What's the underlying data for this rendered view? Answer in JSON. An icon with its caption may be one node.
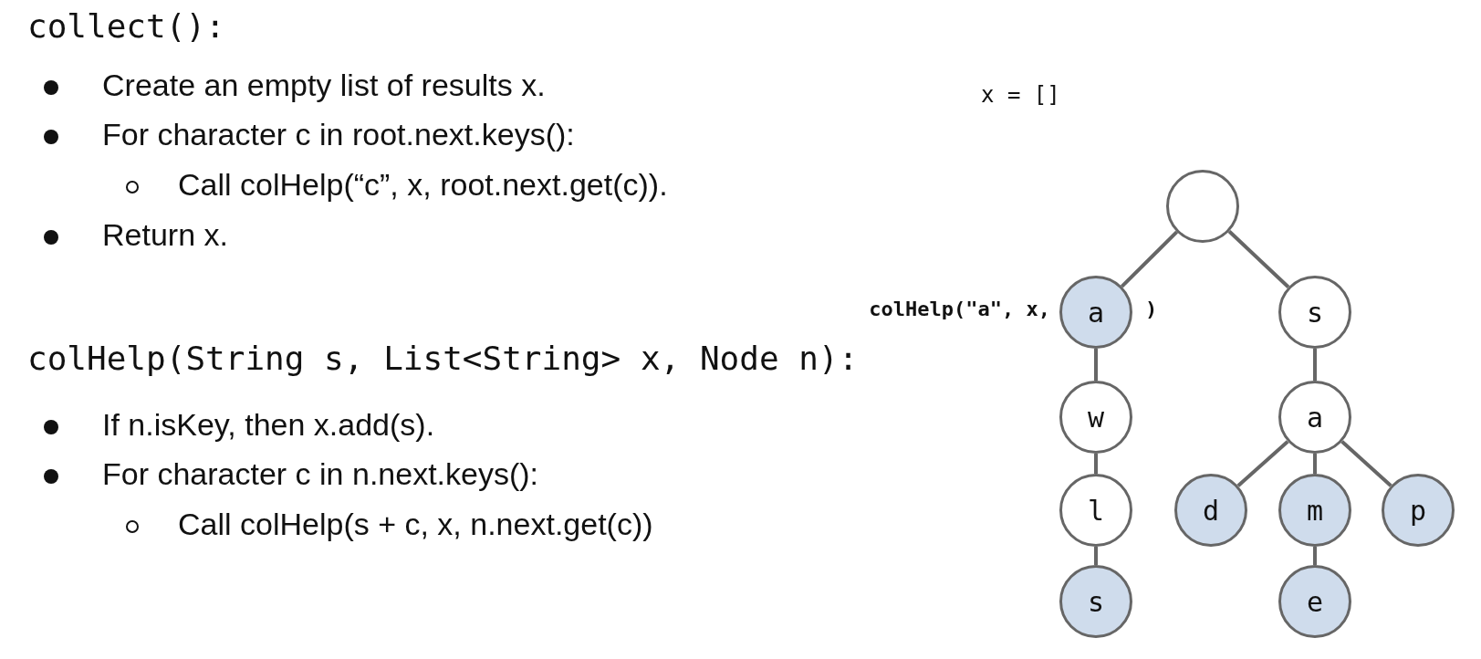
{
  "diagram": {
    "nodes": [
      {
        "text": [],
        "shape": "circle"
      },
      {
        "text": [
          "a"
        ],
        "beside": [
          "colHelp(\"a\", x,",
          ")"
        ]
      },
      {
        "text": [
          "s"
        ]
      },
      {
        "text": [
          "w"
        ]
      },
      {
        "text": [
          "a"
        ]
      },
      {
        "text": [
          "l"
        ]
      },
      {
        "text": [
          "d"
        ]
      },
      {
        "text": [
          "m"
        ]
      },
      {
        "text": [
          "p"
        ]
      },
      {
        "text": [
          "s"
        ]
      },
      {
        "text": [
          "e"
        ]
      }
    ],
    "edges": [
      {
        "from": 0,
        "to": 1,
        "arrow": "none"
      },
      {
        "from": 0,
        "to": 2,
        "arrow": "none"
      },
      {
        "from": 1,
        "to": 3,
        "arrow": "none"
      },
      {
        "from": 2,
        "to": 4,
        "arrow": "none"
      },
      {
        "from": 3,
        "to": 5,
        "arrow": "none"
      },
      {
        "from": 4,
        "to": 6,
        "arrow": "none"
      },
      {
        "from": 4,
        "to": 7,
        "arrow": "none"
      },
      {
        "from": 4,
        "to": 8,
        "arrow": "none"
      },
      {
        "from": 5,
        "to": 9,
        "arrow": "none"
      },
      {
        "from": 7,
        "to": 10,
        "arrow": "none"
      }
    ],
    "labels": [
      "collect():",
      "Create an empty list of results x.",
      "x = []",
      "For character c in root.next.keys():",
      "Call colHelp(“c”, x, root.next.get(c)).",
      "Return x.",
      "colHelp(String s, List<String> x, Node n):",
      "If n.isKey, then x.add(s).",
      "For character c in n.next.keys():",
      "Call colHelp(s + c, x, n.next.get(c))"
    ]
  }
}
